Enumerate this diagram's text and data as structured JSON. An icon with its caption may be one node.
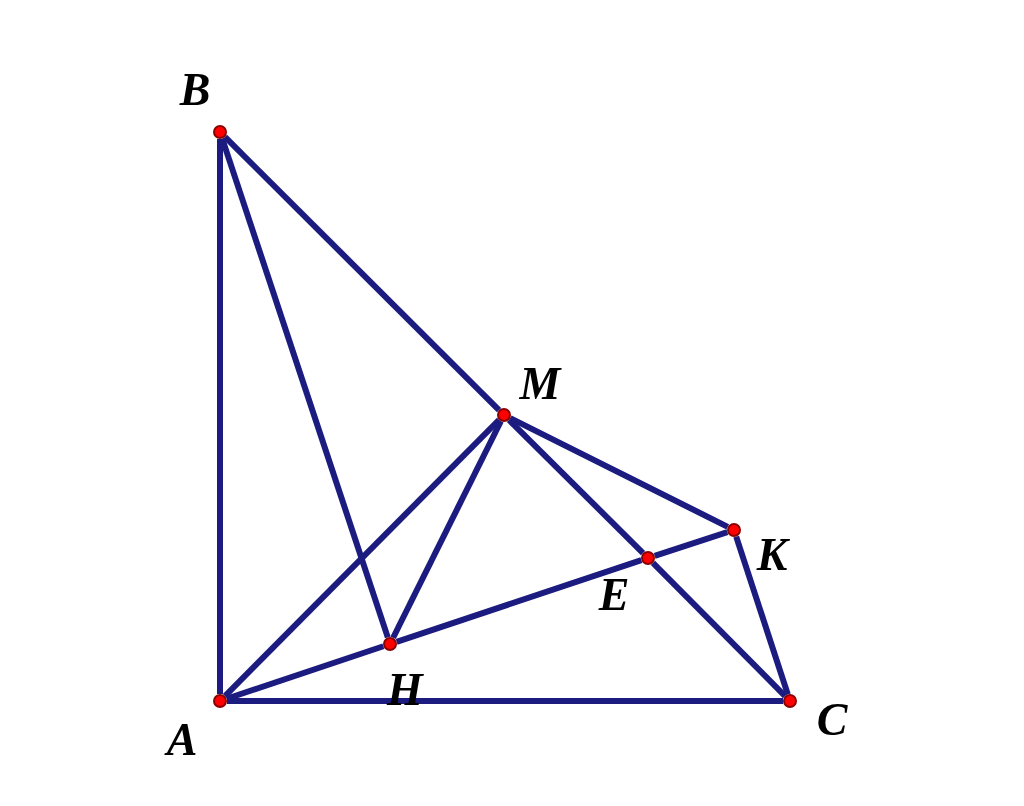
{
  "diagram": {
    "nodes": [
      {
        "text": [
          "B"
        ]
      },
      {
        "text": [
          "M"
        ]
      },
      {
        "text": [
          "K"
        ]
      },
      {
        "text": [
          "E"
        ]
      },
      {
        "text": [
          "H"
        ]
      },
      {
        "text": [
          "A"
        ]
      },
      {
        "text": [
          "C"
        ]
      }
    ],
    "edges": [
      {
        "from": 5,
        "to": 0,
        "arrow": "none"
      },
      {
        "from": 0,
        "to": 1,
        "arrow": "none"
      },
      {
        "from": 1,
        "to": 3,
        "arrow": "none"
      },
      {
        "from": 3,
        "to": 6,
        "arrow": "none"
      },
      {
        "from": 5,
        "to": 6,
        "arrow": "none"
      },
      {
        "from": 0,
        "to": 4,
        "arrow": "none"
      },
      {
        "from": 5,
        "to": 1,
        "arrow": "none"
      },
      {
        "from": 1,
        "to": 4,
        "arrow": "none"
      },
      {
        "from": 5,
        "to": 4,
        "arrow": "none"
      },
      {
        "from": 4,
        "to": 3,
        "arrow": "none"
      },
      {
        "from": 3,
        "to": 2,
        "arrow": "none"
      },
      {
        "from": 1,
        "to": 2,
        "arrow": "none"
      },
      {
        "from": 2,
        "to": 6,
        "arrow": "none"
      }
    ]
  }
}
